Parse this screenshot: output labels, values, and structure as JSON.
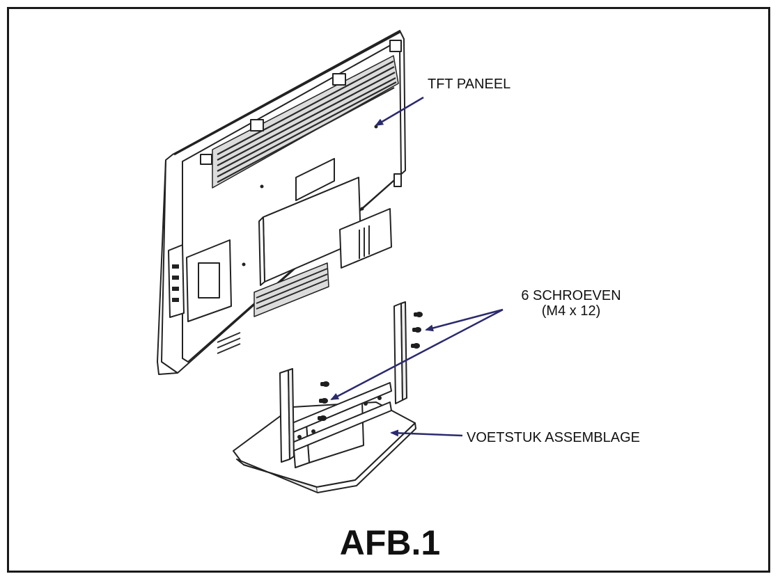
{
  "figure": {
    "title": "AFB.1",
    "labels": {
      "panel": "TFT PANEEL",
      "screws_line1": "6 SCHROEVEN",
      "screws_line2": "(M4 x 12)",
      "stand": "VOETSTUK ASSEMBLAGE"
    },
    "screw_count": 6
  },
  "colors": {
    "frame": "#1a1a1a",
    "line_art": "#222222",
    "vent": "#2a2a2a",
    "arrow": "#2b2a6e",
    "text": "#111111"
  }
}
